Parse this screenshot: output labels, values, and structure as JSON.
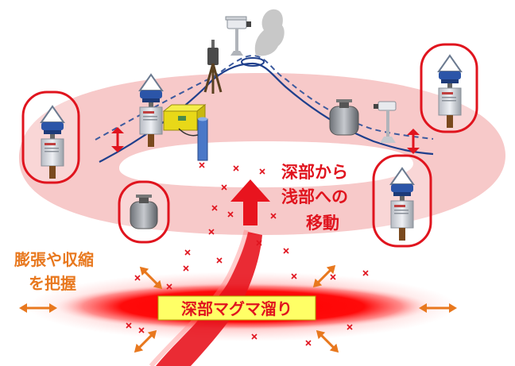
{
  "labels": {
    "magma_chamber": "深部マグマ溜り",
    "migration_line1": "深部から",
    "migration_line2": "浅部への",
    "migration_line3": "移動",
    "expansion_line1": "膨張や収縮",
    "expansion_line2": "を把握"
  },
  "colors": {
    "ring": "#f7c9c9",
    "highlight": "#e0141e",
    "magma_core": "#ff0000",
    "label_box": "#ffff66",
    "ground": "#1f3f8c",
    "arrow": "#e8781e",
    "orange_text": "#e8781e",
    "red_text": "#e0141e"
  },
  "icons": {
    "gnss": "gnss-receiver-icon",
    "tiltmeter": "tiltmeter-icon",
    "camera": "camera-icon",
    "gas_tank": "gas-tank-icon",
    "seismometer": "seismometer-icon",
    "plume": "volcanic-plume-icon"
  }
}
